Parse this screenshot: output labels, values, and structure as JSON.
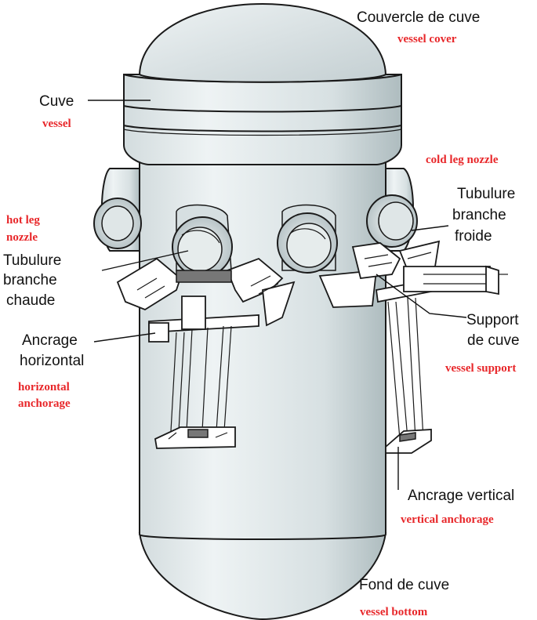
{
  "colors": {
    "english_label": "#e8272a",
    "french_label": "#111111",
    "vessel_fill_light": "#e9eff0",
    "vessel_fill_dark": "#b9c6c9"
  },
  "labels": {
    "vessel_cover": {
      "fr": "Couvercle de cuve",
      "en": "vessel cover"
    },
    "vessel": {
      "fr": "Cuve",
      "en": "vessel"
    },
    "cold_leg_nozzle": {
      "fr_line1": "Tubulure",
      "fr_line2": "branche",
      "fr_line3": "froide",
      "en": "cold leg nozzle"
    },
    "hot_leg_nozzle": {
      "fr_line1": "Tubulure",
      "fr_line2": "branche",
      "fr_line3": "chaude",
      "en_line1": "hot leg",
      "en_line2": "nozzle"
    },
    "horizontal_anchorage": {
      "fr_line1": "Ancrage",
      "fr_line2": "horizontal",
      "en_line1": "horizontal",
      "en_line2": "anchorage"
    },
    "vessel_support": {
      "fr_line1": "Support",
      "fr_line2": "de cuve",
      "en": "vessel support"
    },
    "vertical_anchorage": {
      "fr": "Ancrage vertical",
      "en": "vertical anchorage"
    },
    "vessel_bottom": {
      "fr": "Fond de cuve",
      "en": "vessel bottom"
    }
  }
}
